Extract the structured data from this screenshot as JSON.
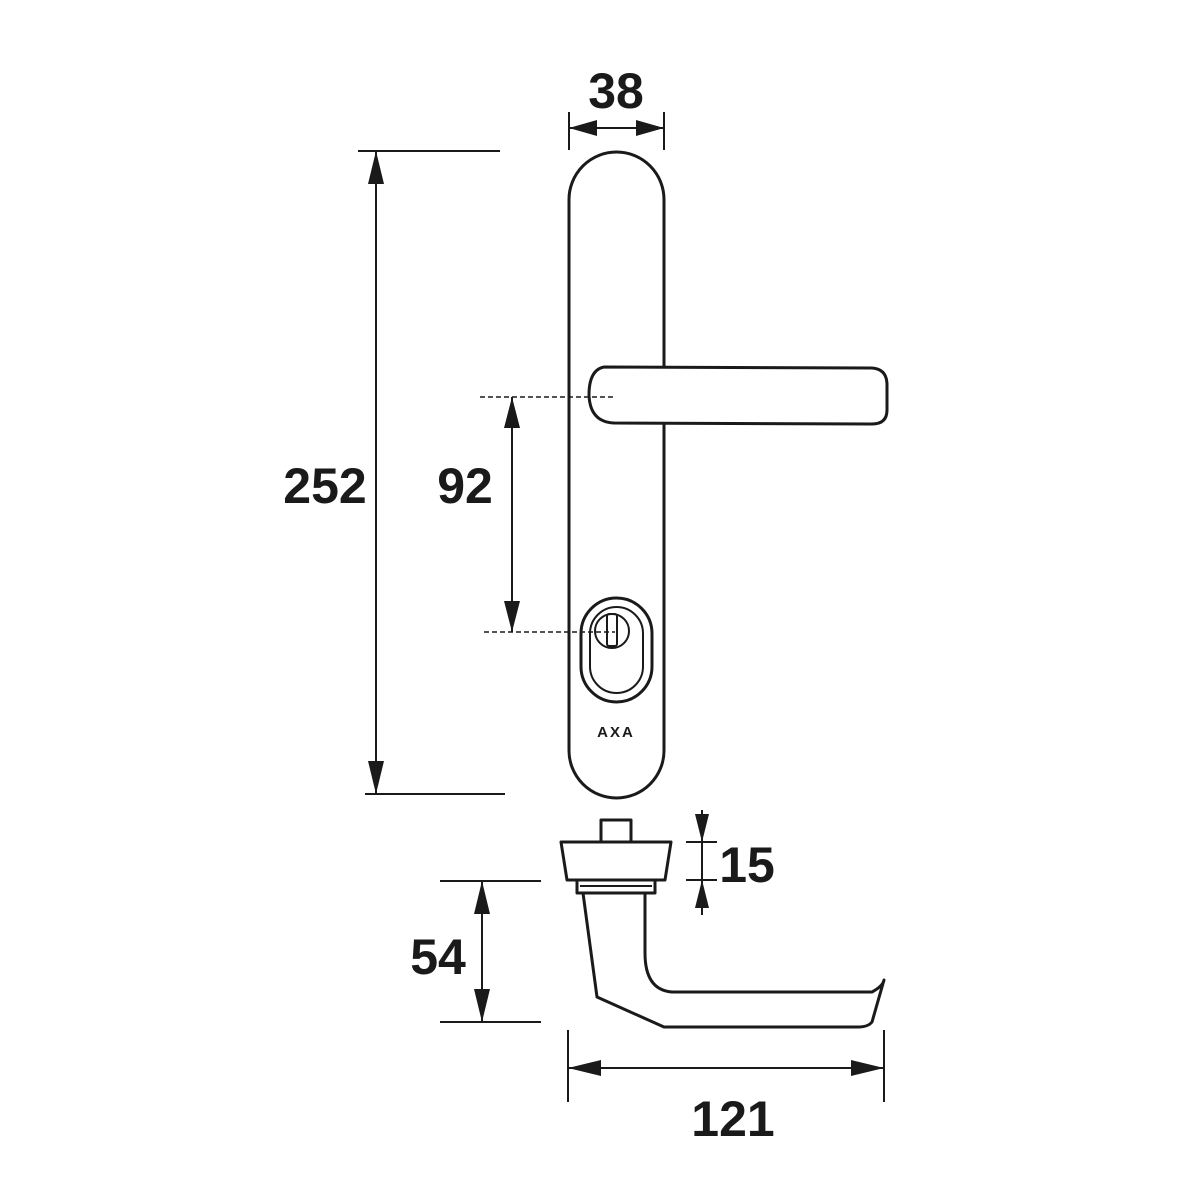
{
  "dimensions": {
    "plate_width": "38",
    "plate_height": "252",
    "handle_to_cylinder": "92",
    "rose_height": "15",
    "lever_height": "54",
    "lever_length": "121"
  },
  "brand": "AXA",
  "colors": {
    "line": "#1a1a1a",
    "background": "#ffffff"
  }
}
